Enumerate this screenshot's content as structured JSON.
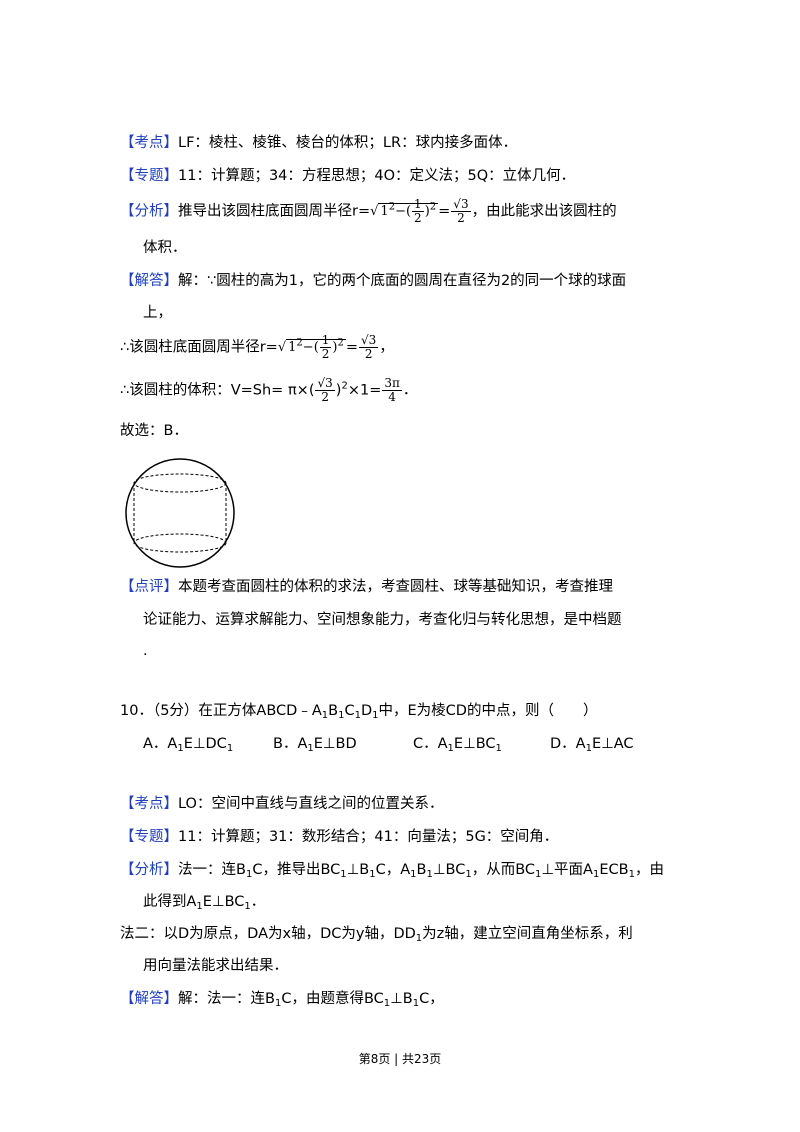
{
  "tags": {
    "kaodian": "【考点】",
    "zhuanti": "【专题】",
    "fenxi": "【分析】",
    "jieda": "【解答】",
    "dianping": "【点评】"
  },
  "q9": {
    "kaodian_text": "LF：棱柱、棱锥、棱台的体积；LR：球内接多面体．",
    "zhuanti_text": "11：计算题；34：方程思想；4O：定义法；5Q：立体几何．",
    "fenxi_pre": "推导出该圆柱底面圆周半径r=",
    "fenxi_post": "，由此能求出该圆柱的",
    "fenxi_line2": "体积．",
    "jieda_text1": "解：∵圆柱的高为1，它的两个底面的圆周在直径为2的同一个球的球面",
    "jieda_line2": "上，",
    "line_r_pre": "∴该圆柱底面圆周半径r=",
    "line_r_post": "，",
    "line_v_pre": "∴该圆柱的体积：V=Sh= π×(",
    "line_v_post": "．",
    "guxuan": "故选：B．",
    "dianping_text1": "本题考查面圆柱的体积的求法，考查圆柱、球等基础知识，考查推理",
    "dianping_line2": "论证能力、运算求解能力、空间想象能力，考查化归与转化思想，是中档题",
    "dianping_line3": "."
  },
  "math": {
    "one_sq": "1",
    "two": "2",
    "half_num": "1",
    "half_den": "2",
    "sqrt3": "3",
    "three_pi": "3π",
    "four": "4",
    "times_1": "×1=",
    "exp2": "2",
    "minus": "−(",
    "close_eq": ")",
    "eq": "="
  },
  "q10": {
    "stem_pre": "10．（5分）在正方体ABCD﹣A",
    "stem_sub1": "1",
    "stem_b": "B",
    "stem_c": "C",
    "stem_d": "D",
    "stem_post": "中，E为棱CD的中点，则（　　）",
    "optA_pre": "A．A",
    "optA_mid": "E⊥DC",
    "optB_pre": "B．A",
    "optB_mid": "E⊥BD",
    "optC_pre": "C．A",
    "optC_mid": "E⊥BC",
    "optD_pre": "D．A",
    "optD_mid": "E⊥AC",
    "sub": "1",
    "kaodian_text": "LO：空间中直线与直线之间的位置关系．",
    "zhuanti_text": "11：计算题；31：数形结合；41：向量法；5G：空间角．",
    "fenxi_a": "法一：连B",
    "fenxi_b": "C，推导出BC",
    "fenxi_c": "⊥B",
    "fenxi_d": "C，A",
    "fenxi_e": "B",
    "fenxi_f": "⊥BC",
    "fenxi_g": "，从而BC",
    "fenxi_h": "⊥平面A",
    "fenxi_i": "ECB",
    "fenxi_j": "，由",
    "fenxi_l2a": "此得到A",
    "fenxi_l2b": "E⊥BC",
    "fenxi_l2c": "．",
    "fa2_line1_a": "法二：以D为原点，DA为x轴，DC为y轴，DD",
    "fa2_line1_b": "为z轴，建立空间直角坐标系，利",
    "fa2_line2": "用向量法能求出结果．",
    "jieda_a": "解：法一：连B",
    "jieda_b": "C，由题意得BC",
    "jieda_c": "⊥B",
    "jieda_d": "C，"
  },
  "footer": "第8页 | 共23页"
}
